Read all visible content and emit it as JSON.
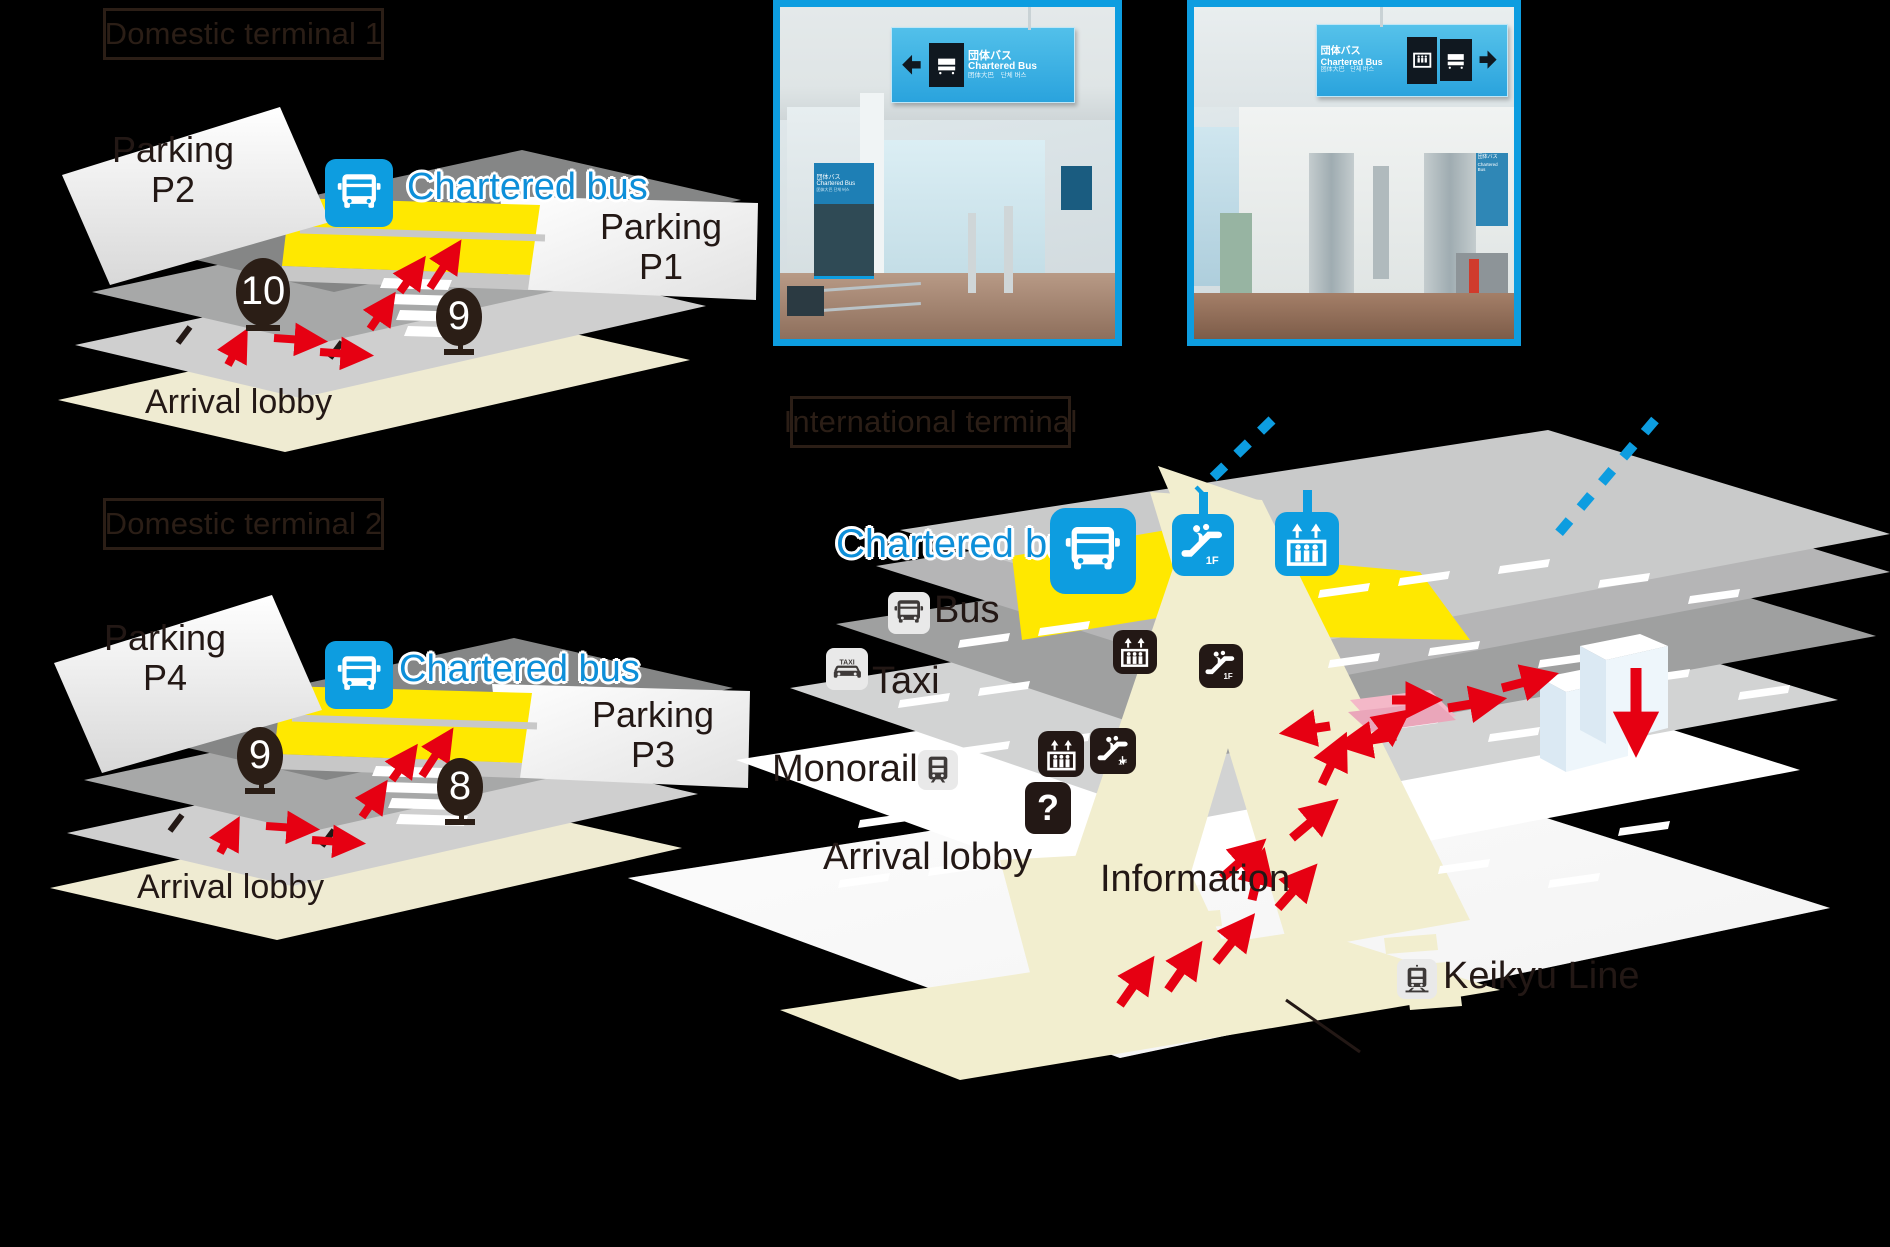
{
  "sections": {
    "domestic1": "Domestic terminal 1",
    "domestic2": "Domestic terminal 2",
    "international": "International terminal"
  },
  "terminal1": {
    "parking_left_line1": "Parking",
    "parking_left_line2": "P2",
    "parking_right_line1": "Parking",
    "parking_right_line2": "P1",
    "chartered_bus": "Chartered bus",
    "arrival_lobby": "Arrival lobby",
    "stop_left": "10",
    "stop_right": "9",
    "bus_icon": "bus-icon"
  },
  "terminal2": {
    "parking_left_line1": "Parking",
    "parking_left_line2": "P4",
    "parking_right_line1": "Parking",
    "parking_right_line2": "P3",
    "chartered_bus": "Chartered bus",
    "arrival_lobby": "Arrival lobby",
    "stop_left": "9",
    "stop_right": "8",
    "bus_icon": "bus-icon"
  },
  "international_map": {
    "chartered_bus": "Chartered bus",
    "bus": "Bus",
    "taxi": "Taxi",
    "monorail": "Monorail",
    "keikyu": "Keikyu Line",
    "information": "Information",
    "arrival_lobby": "Arrival lobby",
    "escalator_floor_label": "1F",
    "taxi_chip_text": "TAXI",
    "information_mark": "?",
    "icons": {
      "bus_chip": "bus-icon",
      "taxi_chip": "taxi-icon",
      "monorail_chip": "monorail-icon",
      "keikyu_chip": "train-icon",
      "elevator": "elevator-icon",
      "escalator": "escalator-icon",
      "information": "information-icon",
      "bus_square": "bus-icon"
    }
  },
  "photos": [
    {
      "name": "chartered-bus-entrance-photo",
      "sign": {
        "jp": "団体バス",
        "en": "Chartered Bus",
        "cn": "团体大巴",
        "kr": "단체 버스",
        "arrow": "left"
      },
      "wall_sign": {
        "jp": "団体バス",
        "en": "Chartered Bus",
        "cn_kr": "团体大巴 단체 버스"
      }
    },
    {
      "name": "chartered-bus-elevator-photo",
      "sign": {
        "jp": "団体バス",
        "en": "Chartered Bus",
        "cn": "团体大巴",
        "kr": "단체 버스",
        "arrow": "right"
      },
      "wall_sign": {
        "jp": "団体バス",
        "en": "Chartered Bus",
        "cn_kr": "团体大巴 단체 버스"
      }
    }
  ],
  "colors": {
    "accent_blue": "#0d9de0",
    "bus_zone_yellow": "#ffe800",
    "route_red": "#e60012",
    "lobby_cream": "#f2eecf",
    "text_dark": "#231815",
    "road_grey": "#9fa0a0"
  }
}
